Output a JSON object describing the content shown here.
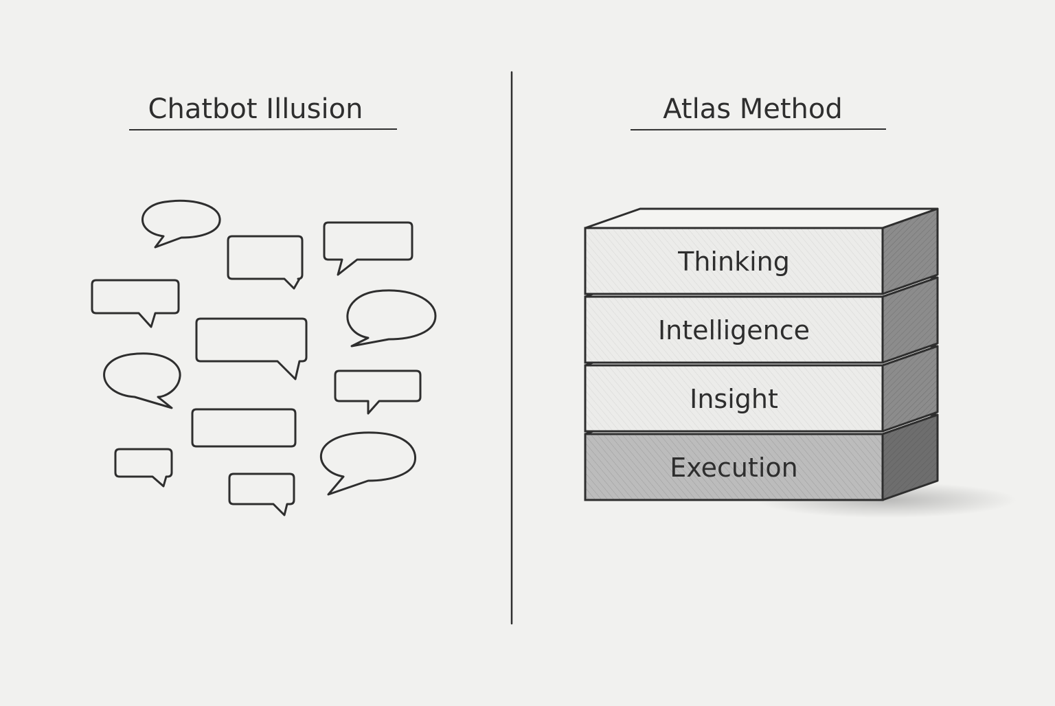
{
  "left_panel": {
    "heading": "Chatbot Illusion"
  },
  "right_panel": {
    "heading": "Atlas Method",
    "layers": [
      "Thinking",
      "Intelligence",
      "Insight",
      "Execution"
    ]
  },
  "colors": {
    "paper": "#f1f1ef",
    "ink": "#2e2e2e",
    "block_face": "#ececea",
    "block_side": "#8c8c8c",
    "block_top": "#f4f4f2",
    "base_face": "#bcbcbc",
    "base_side": "#6e6e6e"
  },
  "icons": [
    "speech-bubble-icon",
    "stacked-block-icon"
  ]
}
